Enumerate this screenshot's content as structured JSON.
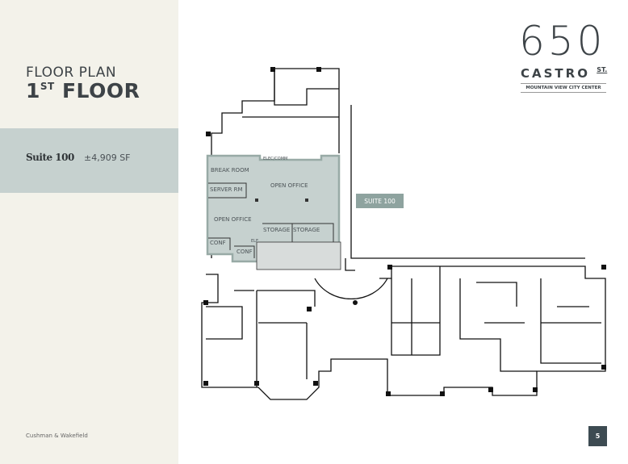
{
  "sidebar": {
    "heading": "FLOOR PLAN",
    "floor_number": "1",
    "floor_suffix": "ST",
    "floor_word": "FLOOR",
    "suite_name": "Suite 100",
    "suite_area": "±4,909 SF",
    "footer": "Cushman & Wakefield"
  },
  "logo": {
    "number": "650",
    "street": "CASTRO",
    "street_suffix": "ST.",
    "tagline": "MOUNTAIN VIEW CITY CENTER"
  },
  "plan": {
    "suite_tag": "SUITE 100",
    "highlight_color": "#c6d1cf",
    "rooms": [
      "BREAK ROOM",
      "SERVER RM",
      "OPEN OFFICE",
      "OPEN OFFICE",
      "STORAGE",
      "STORAGE",
      "CONF",
      "CONF",
      "ELEC/COMM",
      "ELE"
    ]
  },
  "page_number": "5"
}
